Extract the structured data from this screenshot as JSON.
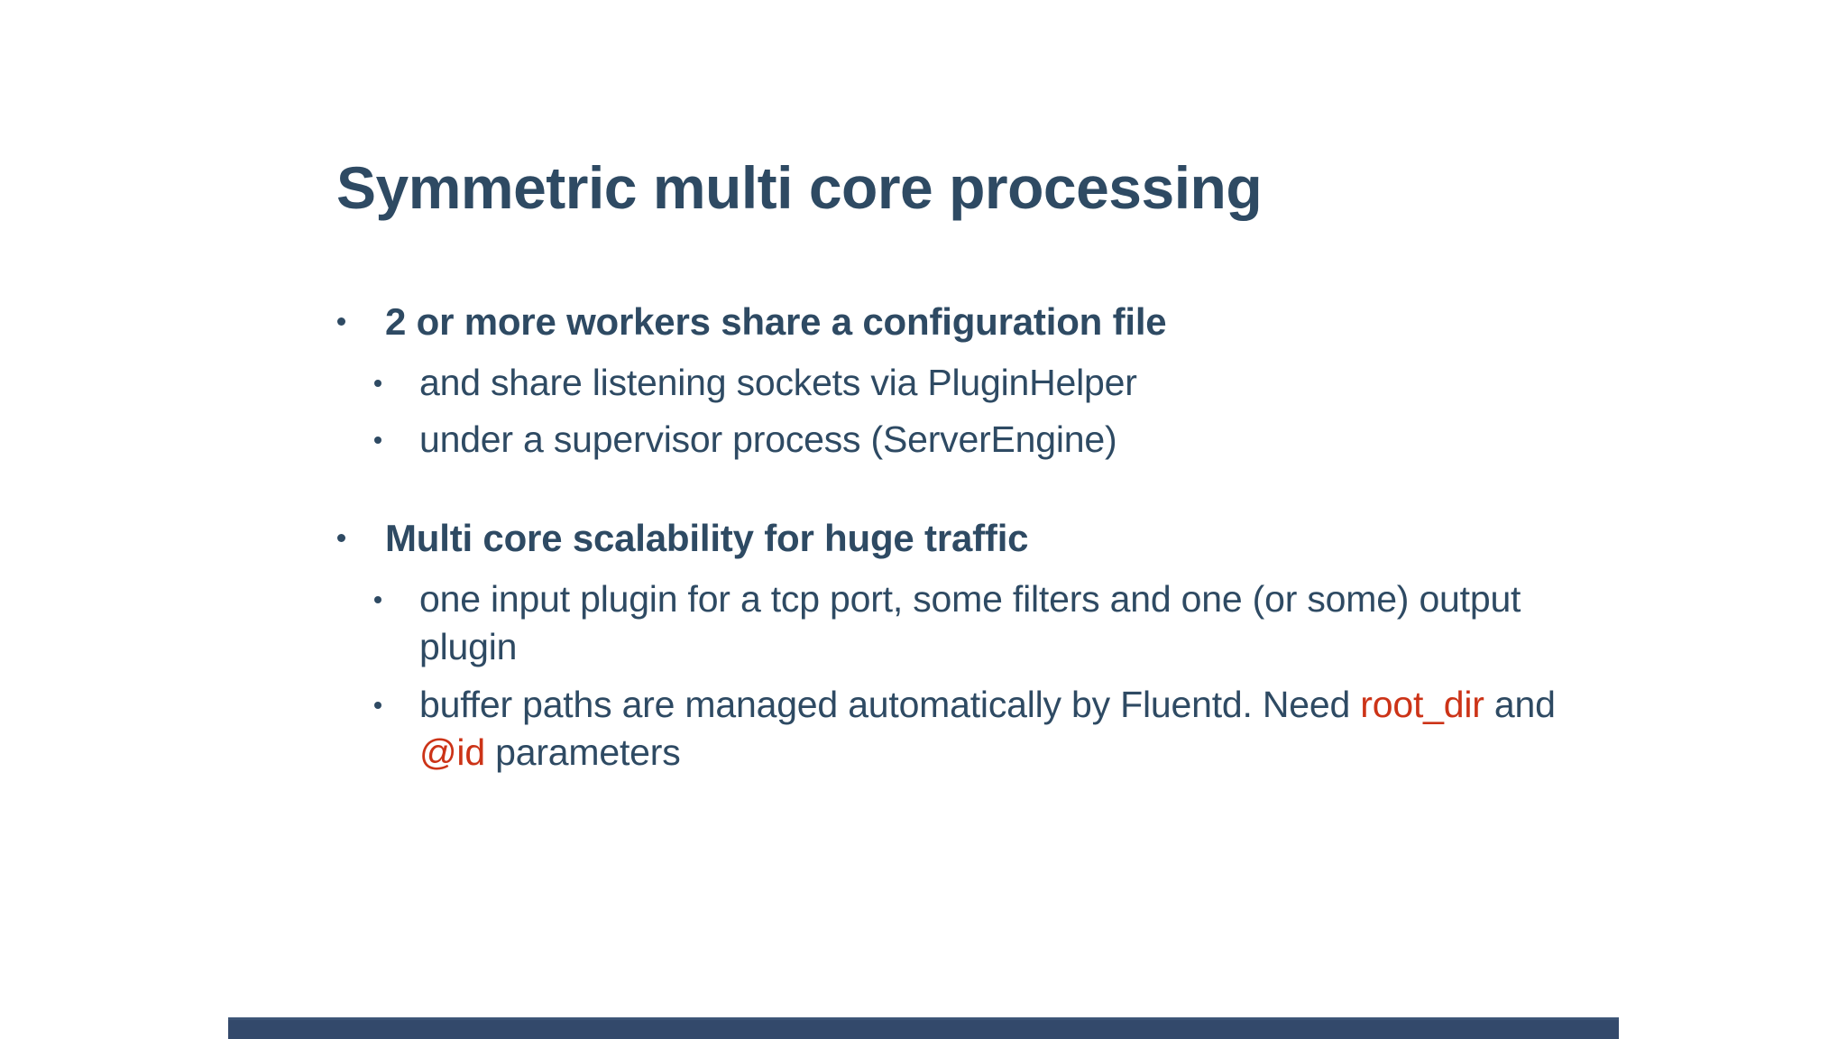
{
  "slide": {
    "title": "Symmetric multi core processing",
    "colors": {
      "text_navy": "#2e4a63",
      "keyword_red": "#cc3317",
      "bottom_bar": "#33496b",
      "background": "#ffffff"
    },
    "groups": [
      {
        "heading": "2 or more workers share a configuration file",
        "items": [
          {
            "text": "and share listening sockets via PluginHelper"
          },
          {
            "text": "under a supervisor process (ServerEngine)"
          }
        ]
      },
      {
        "heading": "Multi core scalability for huge traffic",
        "items": [
          {
            "text": "one input plugin for a tcp port, some filters and one (or some) output plugin"
          },
          {
            "prefix": "buffer paths are managed automatically by Fluentd. Need ",
            "keyword1": "root_dir",
            "middle": " and ",
            "keyword2": "@id",
            "suffix": " parameters"
          }
        ]
      }
    ]
  }
}
